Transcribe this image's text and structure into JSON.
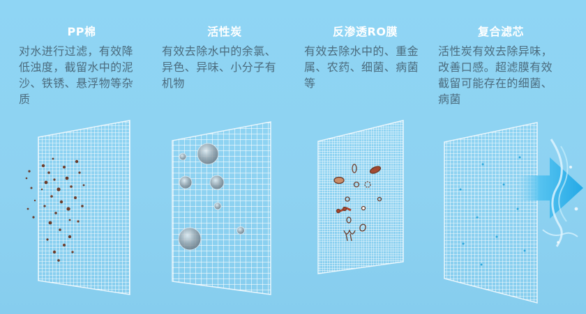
{
  "filters": [
    {
      "title": "PP棉",
      "description": "对水进行过滤，有效降低浊度，截留水中的泥沙、铁锈、悬浮物等杂质",
      "illustration": "sediment-particles-icon"
    },
    {
      "title": "活性炭",
      "description": "有效去除水中的余氯、异色、异味、小分子有机物",
      "illustration": "bubble-molecules-icon"
    },
    {
      "title": "反渗透RO膜",
      "description": "有效去除水中的、重金属、农药、细菌、病菌等",
      "illustration": "microbe-icon"
    },
    {
      "title": "复合滤芯",
      "description": "活性炭有效去除异味，改善口感。超滤膜有效截留可能存在的细菌、病菌",
      "illustration": "water-flow-arrow-icon"
    }
  ],
  "colors": {
    "background": "#8fd3f2",
    "title": "#ffffff",
    "description": "#4b6b7d",
    "mesh": "#ffffff",
    "particle": "#6b3a28",
    "arrow": "#2fb4ea"
  }
}
